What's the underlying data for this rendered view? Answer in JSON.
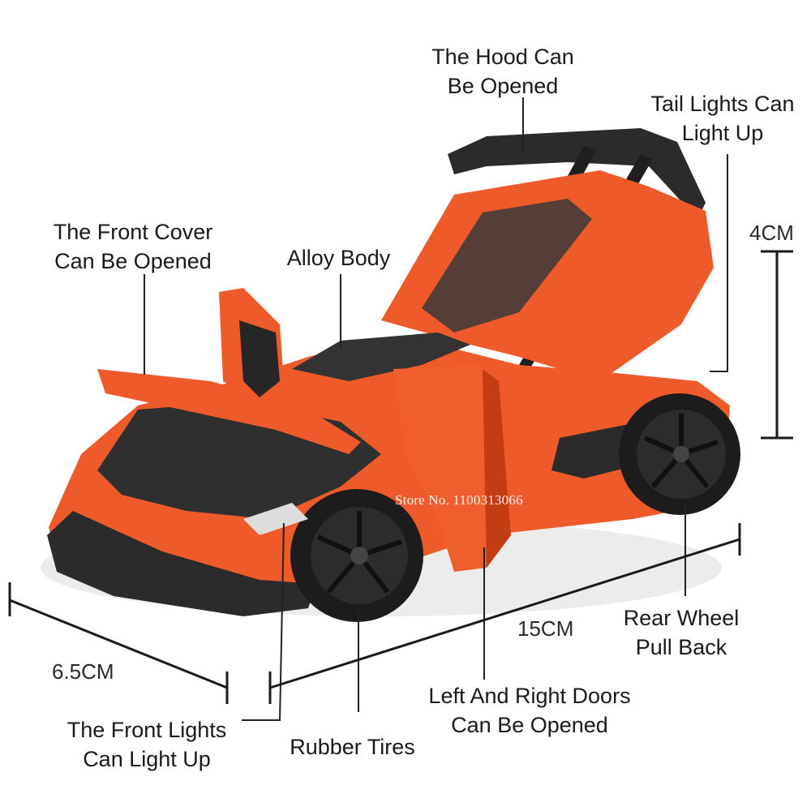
{
  "callouts": {
    "hood": [
      "The Hood Can",
      "Be Opened"
    ],
    "tail_lights": [
      "Tail Lights Can",
      "Light Up"
    ],
    "front_cover": [
      "The Front Cover",
      "Can Be Opened"
    ],
    "alloy_body": "Alloy Body",
    "rear_wheel": [
      "Rear Wheel",
      "Pull Back"
    ],
    "doors": [
      "Left And Right Doors",
      "Can Be Opened"
    ],
    "front_lights": [
      "The Front Lights",
      "Can Light Up"
    ],
    "rubber_tires": "Rubber Tires"
  },
  "dimensions": {
    "height": "4CM",
    "length": "15CM",
    "width": "6.5CM"
  },
  "watermark": "Store No. 1100313066",
  "colors": {
    "body": "#ee5a2a",
    "body_dark": "#c23d12",
    "carbon": "#2b2b2b",
    "tire": "#1c1c1c",
    "line": "#222222"
  }
}
